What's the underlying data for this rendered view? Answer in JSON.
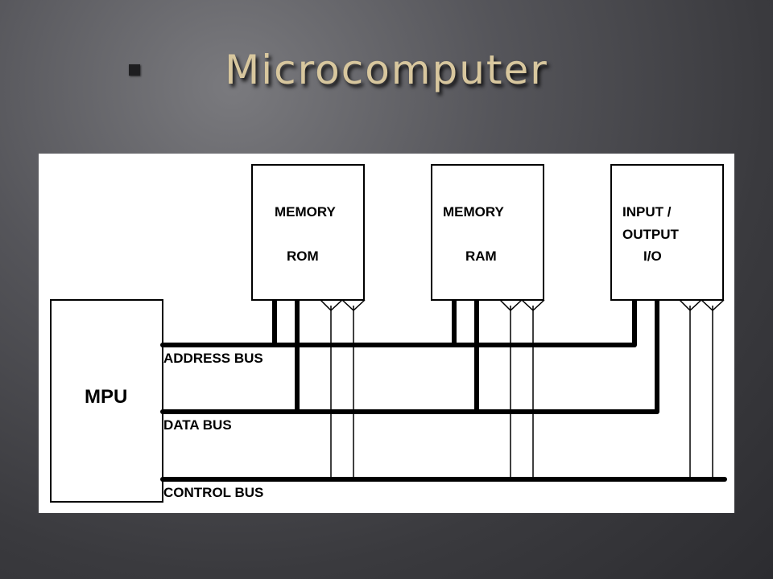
{
  "title": "Microcomputer",
  "colors": {
    "title": "#d8c79e",
    "background": "#4a4a4f",
    "panel": "#ffffff",
    "lines": "#000000"
  },
  "diagram": {
    "mpu": "MPU",
    "buses": {
      "address": "ADDRESS BUS",
      "data": "DATA BUS",
      "control": "CONTROL BUS"
    },
    "rom": {
      "line1": "MEMORY",
      "line2": "ROM"
    },
    "ram": {
      "line1": "MEMORY",
      "line2": "RAM"
    },
    "io": {
      "line1": "INPUT /",
      "line2": "OUTPUT",
      "line3": "I/O"
    }
  }
}
